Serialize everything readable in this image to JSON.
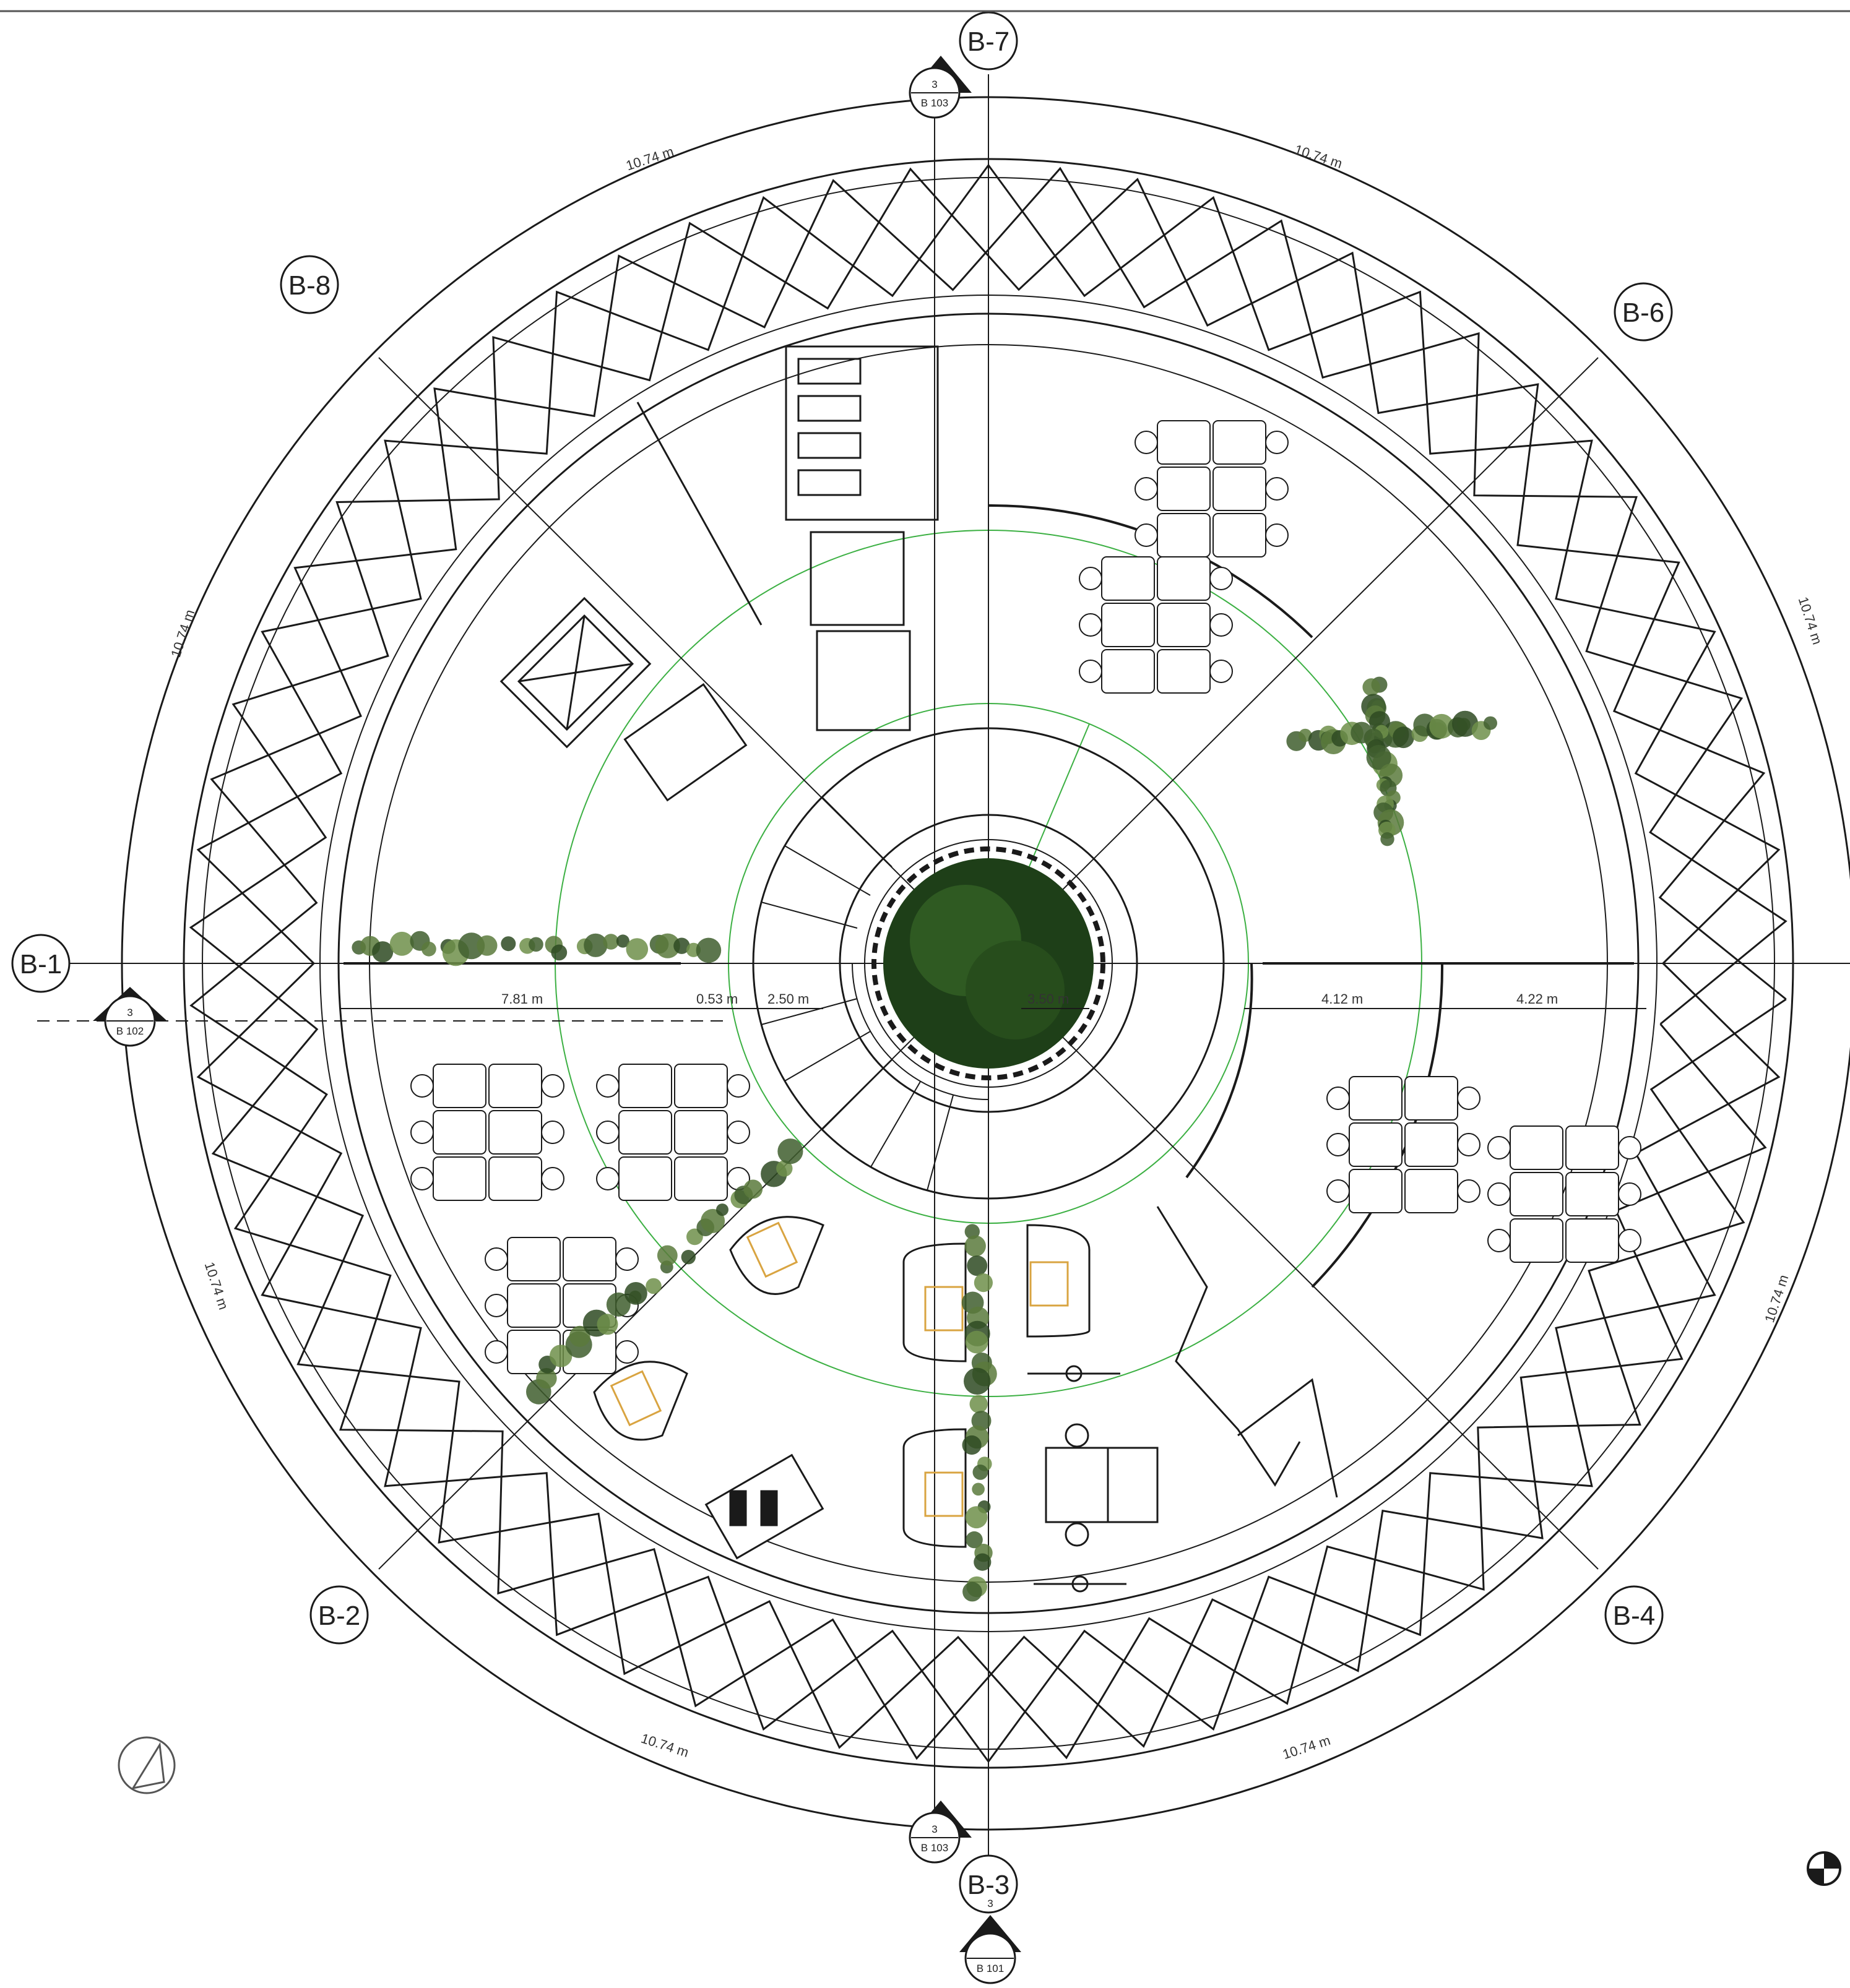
{
  "plan": {
    "grid_markers": [
      "B-7",
      "B-8",
      "B-6",
      "B-1",
      "B-2",
      "B-4",
      "B-3"
    ],
    "perimeter_dims": [
      "10.74 m",
      "10.74 m",
      "10.74 m",
      "10.74 m",
      "10.74 m",
      "10.74 m",
      "10.74 m",
      "10.74 m"
    ],
    "radial_dims": [
      "7.81 m",
      "0.53 m",
      "2.50 m",
      "3.50 m",
      "4.12 m",
      "4.22 m"
    ],
    "section_refs": {
      "top": {
        "number": "3",
        "sheet": "B 103"
      },
      "left": {
        "number": "3",
        "sheet": "B 102"
      },
      "bottom": {
        "number": "3",
        "sheet": "B 103"
      },
      "south": {
        "number": "3",
        "sheet": "B 101"
      }
    },
    "colors": {
      "line": "#1a1a1a",
      "guide_circle": "#3cb043",
      "planting": "#3f5e2e",
      "core_planting": "#1e3f18",
      "pod_accent": "#d9a441"
    },
    "icons": [
      "north-arrow-icon",
      "survey-point-icon"
    ]
  }
}
